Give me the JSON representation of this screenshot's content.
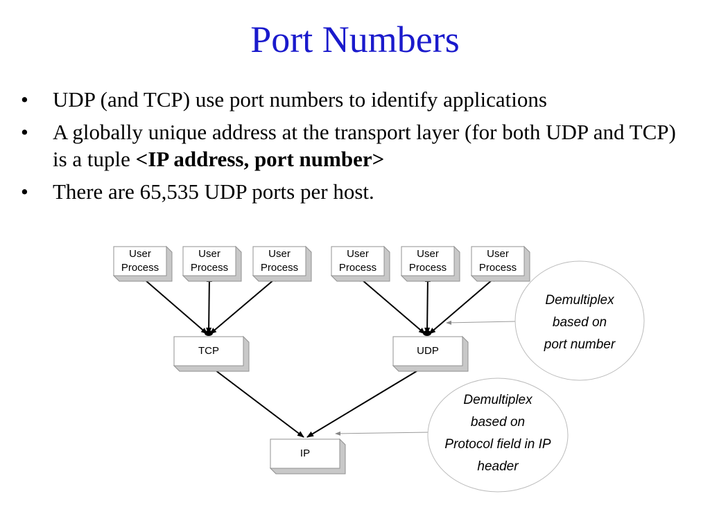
{
  "title": "Port Numbers",
  "bullets": [
    {
      "text": "UDP (and TCP) use port numbers to identify applications",
      "bold": ""
    },
    {
      "text": "A globally unique address at the transport layer (for both UDP and TCP) is a tuple ",
      "bold": "<IP address, port number>"
    },
    {
      "text": "There are 65,535 UDP ports per host.",
      "bold": ""
    }
  ],
  "bullet_char": "•",
  "diagram": {
    "user_process": [
      "User",
      "Process"
    ],
    "tcp_label": "TCP",
    "udp_label": "UDP",
    "ip_label": "IP",
    "note_port": [
      "Demultiplex",
      "based on",
      "port number"
    ],
    "note_protocol": [
      "Demultiplex",
      "based on",
      "Protocol field in IP",
      "header"
    ]
  },
  "colors": {
    "title": "#1a1acc",
    "box_shadow": "#c8c8c8",
    "box_border": "#808080"
  }
}
